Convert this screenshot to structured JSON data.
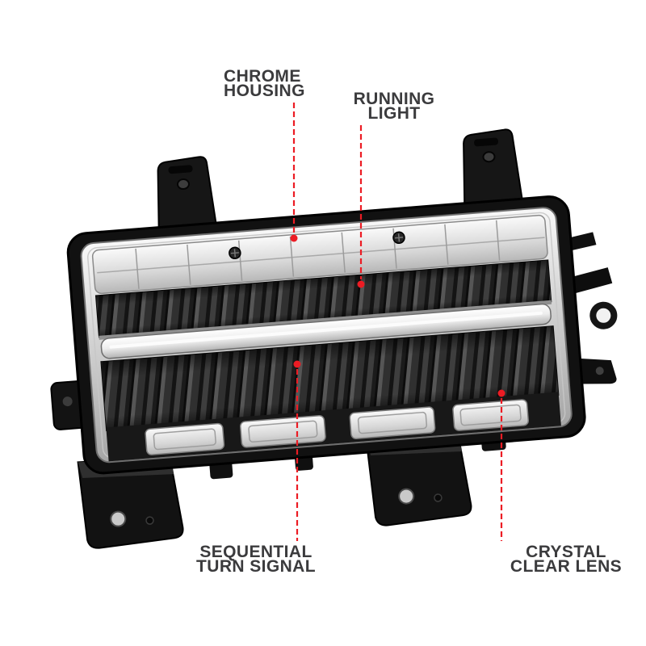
{
  "colors": {
    "background": "#ffffff",
    "accent_red": "#ec1c24",
    "label_text": "#3b3b3d"
  },
  "callouts": {
    "chrome_housing": {
      "line1": "CHROME",
      "line2": "HOUSING"
    },
    "running_light": {
      "line1": "RUNNING",
      "line2": "LIGHT"
    },
    "sequential_turn_signal": {
      "line1": "SEQUENTIAL",
      "line2": "TURN SIGNAL"
    },
    "crystal_clear_lens": {
      "line1": "CRYSTAL",
      "line2": "CLEAR LENS"
    }
  }
}
